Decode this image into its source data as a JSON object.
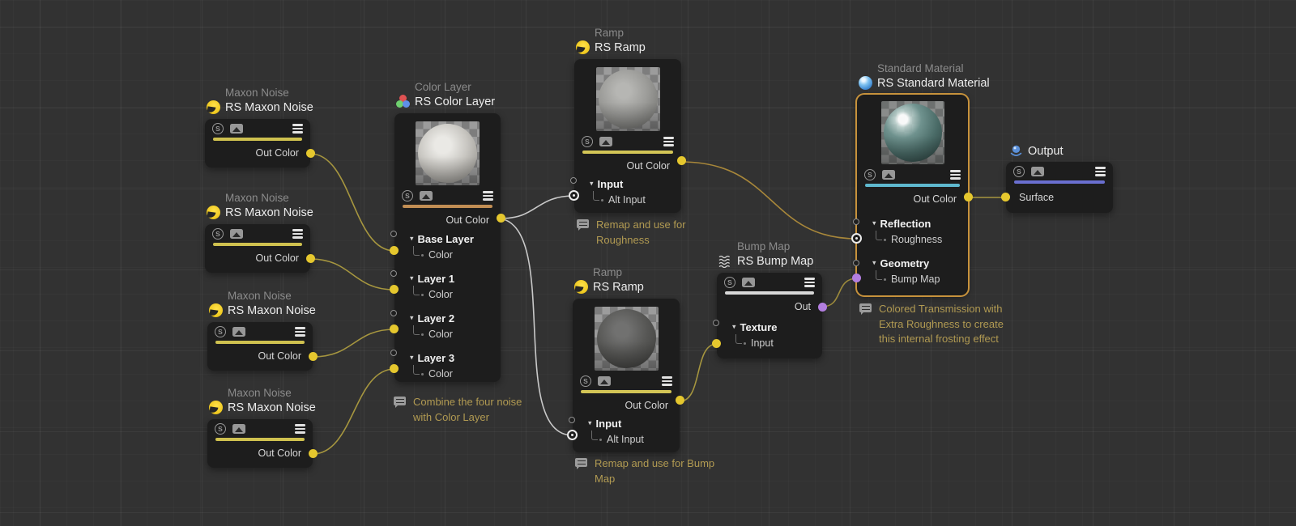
{
  "editor": {
    "background": "#323232",
    "grid_minor": "rgba(255,255,255,0.02)",
    "grid_major": "rgba(255,255,255,0.055)"
  },
  "icons": {
    "solo_glyph": "S",
    "collapse": "▾"
  },
  "colors": {
    "node_body": "#1d1d1d",
    "selection_border": "#c7923c",
    "comment_text": "#b19a52",
    "accent_noise": "#cfc14f",
    "accent_color_layer": "#c28e54",
    "accent_ramp": "#d3c556",
    "accent_bump": "#d8d8d8",
    "accent_material": "#5fb9cf",
    "accent_output": "#6a6fd0",
    "port_yellow": "#e5c72e",
    "port_purple": "#b37ee0",
    "wire_yellow": "#a6963f",
    "wire_orange": "#a8873a",
    "wire_olive": "#9c8a3c",
    "wire_light": "#c9c9c9"
  },
  "nodes": {
    "noises": [
      {
        "type_label": "Maxon Noise",
        "name": "RS Maxon Noise",
        "out_label": "Out Color"
      },
      {
        "type_label": "Maxon Noise",
        "name": "RS Maxon Noise",
        "out_label": "Out Color"
      },
      {
        "type_label": "Maxon Noise",
        "name": "RS Maxon Noise",
        "out_label": "Out Color"
      },
      {
        "type_label": "Maxon Noise",
        "name": "RS Maxon Noise",
        "out_label": "Out Color"
      }
    ],
    "color_layer": {
      "type_label": "Color Layer",
      "name": "RS Color Layer",
      "out_label": "Out Color",
      "groups": [
        {
          "label": "Base Layer",
          "child": "Color"
        },
        {
          "label": "Layer 1",
          "child": "Color"
        },
        {
          "label": "Layer 2",
          "child": "Color"
        },
        {
          "label": "Layer 3",
          "child": "Color"
        }
      ]
    },
    "ramp1": {
      "type_label": "Ramp",
      "name": "RS Ramp",
      "out_label": "Out Color",
      "group": "Input",
      "child": "Alt Input"
    },
    "ramp2": {
      "type_label": "Ramp",
      "name": "RS Ramp",
      "out_label": "Out Color",
      "group": "Input",
      "child": "Alt Input"
    },
    "bump_map": {
      "type_label": "Bump Map",
      "name": "RS Bump Map",
      "out_label": "Out",
      "group": "Texture",
      "child": "Input"
    },
    "material": {
      "type_label": "Standard Material",
      "name": "RS Standard Material",
      "out_label": "Out Color",
      "groups": [
        {
          "label": "Reflection",
          "child": "Roughness"
        },
        {
          "label": "Geometry",
          "child": "Bump Map"
        }
      ]
    },
    "output": {
      "name": "Output",
      "in_label": "Surface"
    }
  },
  "comments": {
    "color_layer": "Combine the four noise with Color Layer",
    "ramp1": "Remap and use for Roughness",
    "ramp2": "Remap and use for Bump Map",
    "material": "Colored Transmission with Extra Roughness to create this internal frosting effect"
  },
  "connections": [
    {
      "from": "noise1.Out Color",
      "to": "color_layer.Base Layer.Color"
    },
    {
      "from": "noise2.Out Color",
      "to": "color_layer.Layer 1.Color"
    },
    {
      "from": "noise3.Out Color",
      "to": "color_layer.Layer 2.Color"
    },
    {
      "from": "noise4.Out Color",
      "to": "color_layer.Layer 3.Color"
    },
    {
      "from": "color_layer.Out Color",
      "to": "ramp1.Input.Alt Input"
    },
    {
      "from": "color_layer.Out Color",
      "to": "ramp2.Input.Alt Input"
    },
    {
      "from": "ramp1.Out Color",
      "to": "material.Reflection.Roughness"
    },
    {
      "from": "ramp2.Out Color",
      "to": "bump_map.Texture.Input"
    },
    {
      "from": "bump_map.Out",
      "to": "material.Geometry.Bump Map"
    },
    {
      "from": "material.Out Color",
      "to": "output.Surface"
    }
  ]
}
